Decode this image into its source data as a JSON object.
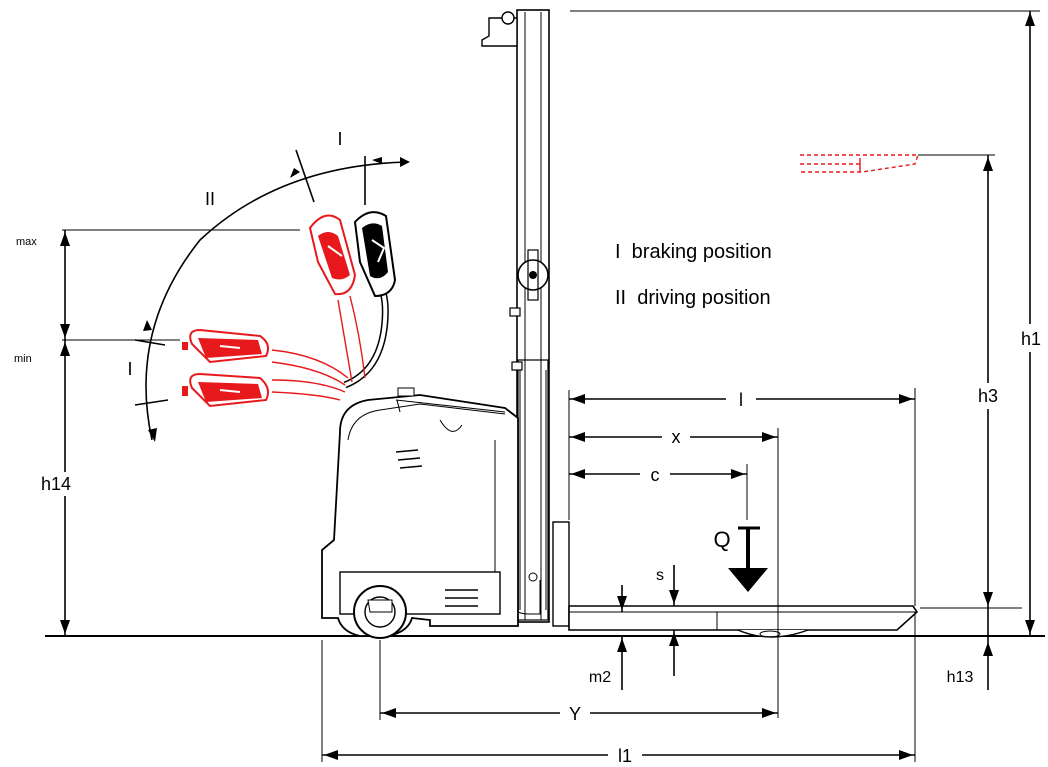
{
  "legend": {
    "braking": "I  braking position",
    "driving": "II  driving position"
  },
  "labels": {
    "h1": "h1",
    "h3": "h3",
    "h13": "h13",
    "h14": "h14",
    "l": "l",
    "l1": "l1",
    "x": "x",
    "c": "c",
    "y": "Y",
    "q": "Q",
    "s": "s",
    "m2": "m2",
    "max": "max",
    "min": "min",
    "arc_i_top": "I",
    "arc_ii": "II",
    "arc_i_left": "I"
  },
  "colors": {
    "line": "#000000",
    "accent": "#e8191c"
  }
}
